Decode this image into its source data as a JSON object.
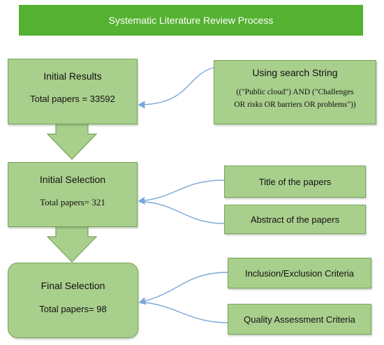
{
  "title": "Systematic Literature Review Process",
  "steps": [
    {
      "heading": "Initial Results",
      "count": "Total papers = 33592"
    },
    {
      "heading": "Initial Selection",
      "count": "Total papers= 321"
    },
    {
      "heading": "Final Selection",
      "count": "Total papers= 98"
    }
  ],
  "search": {
    "label": "Using search String",
    "query_line1": "((\"Public cloud\") AND (\"Challenges",
    "query_line2": "OR risks OR barriers OR problems\"))"
  },
  "criteria": [
    "Title of the papers",
    "Abstract of the papers",
    "Inclusion/Exclusion Criteria",
    "Quality Assessment Criteria"
  ],
  "colors": {
    "banner": "#54b131",
    "box_fill": "#a9cf8d",
    "box_border": "#77a55a",
    "connector": "#7aa7d6"
  }
}
